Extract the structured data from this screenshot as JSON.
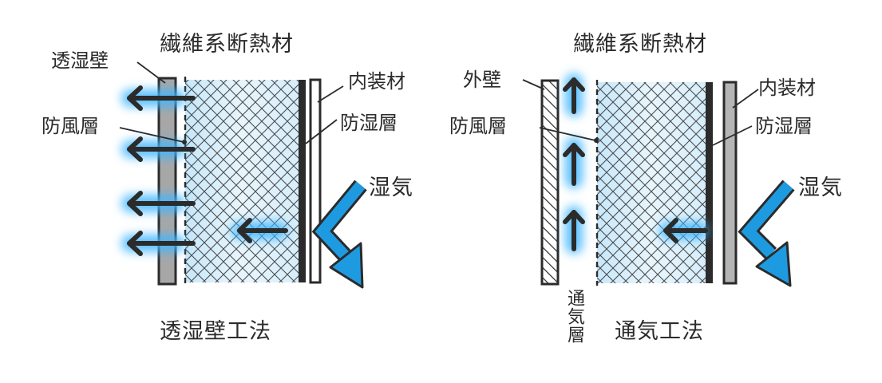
{
  "colors": {
    "ink": "#2b2b2b",
    "moisture": "#1e9be0",
    "glow": "#8fd6ff",
    "insulation_fill": "#e6f4fc",
    "breathable_wall": "#a7a7a7",
    "vapor_layer": "#b5b5b5"
  },
  "left_panel": {
    "insulation_label": "繊維系断熱材",
    "breathable_wall_label": "透湿壁",
    "wind_barrier_label": "防風層",
    "interior_finish_label": "内装材",
    "vapor_barrier_label": "防湿層",
    "moisture_label": "湿気",
    "method_caption": "透湿壁工法"
  },
  "right_panel": {
    "insulation_label": "繊維系断熱材",
    "exterior_wall_label": "外壁",
    "wind_barrier_label": "防風層",
    "interior_finish_label": "内装材",
    "vapor_barrier_label": "防湿層",
    "moisture_label": "湿気",
    "air_layer_label": "通気層",
    "method_caption": "通気工法"
  }
}
